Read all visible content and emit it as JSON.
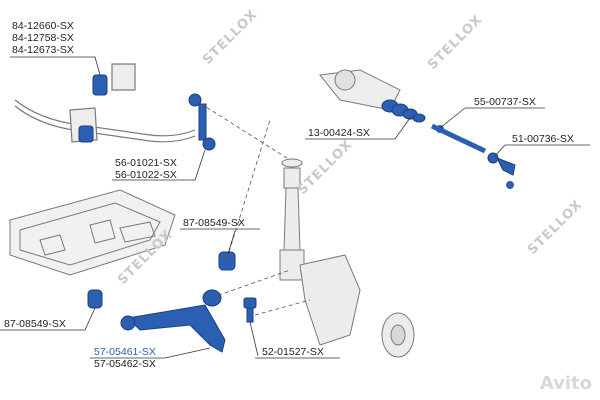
{
  "watermark": "STELLOX",
  "labels": {
    "stab_bushing_1": "84-12660-SX",
    "stab_bushing_2": "84-12758-SX",
    "stab_bushing_3": "84-12673-SX",
    "stab_link_1": "56-01021-SX",
    "stab_link_2": "56-01022-SX",
    "rack_boot": "13-00424-SX",
    "tie_rod": "55-00737-SX",
    "tie_rod_end": "51-00736-SX",
    "arm_bushing_upper": "87-08549-SX",
    "arm_bushing_left": "87-08549-SX",
    "control_arm_1": "57-05461-SX",
    "control_arm_2": "57-05462-SX",
    "ball_joint": "52-01527-SX"
  },
  "avito_mark": "Avito",
  "colors": {
    "part_blue": "#2a5fb4",
    "line": "#333333",
    "sketch": "#7a7a7a"
  }
}
